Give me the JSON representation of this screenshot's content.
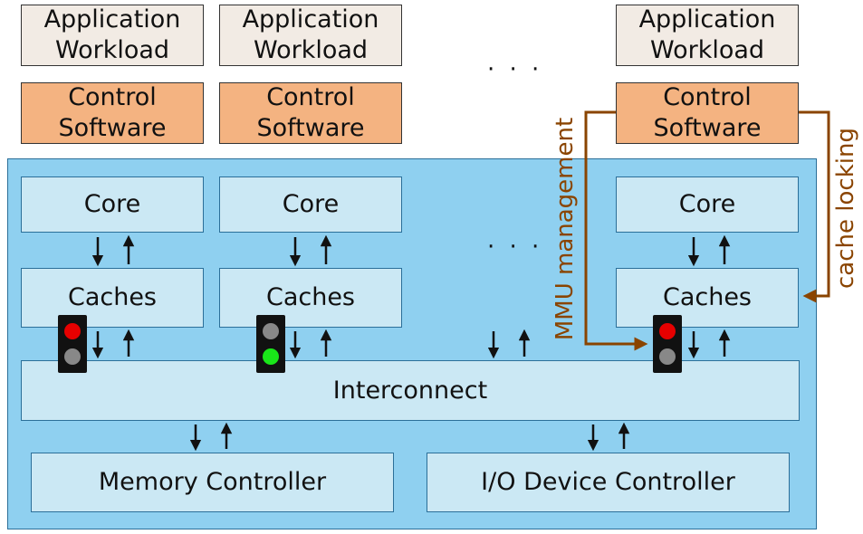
{
  "workloads": [
    {
      "label": "Application\nWorkload"
    },
    {
      "label": "Application\nWorkload"
    },
    {
      "label": "Application\nWorkload"
    }
  ],
  "controls": [
    {
      "label": "Control\nSoftware"
    },
    {
      "label": "Control\nSoftware"
    },
    {
      "label": "Control\nSoftware"
    }
  ],
  "cores": [
    {
      "label": "Core"
    },
    {
      "label": "Core"
    },
    {
      "label": "Core"
    }
  ],
  "caches": [
    {
      "label": "Caches"
    },
    {
      "label": "Caches"
    },
    {
      "label": "Caches"
    }
  ],
  "ellipsis": "· · ·",
  "interconnect": "Interconnect",
  "memory_controller": "Memory Controller",
  "io_controller": "I/O Device Controller",
  "annotations": {
    "mmu": "MMU management",
    "cache_locking": "cache locking"
  },
  "colors": {
    "annotation": "#8a4400",
    "red_lamp": "#e60000",
    "green_lamp": "#19e619",
    "off_lamp": "#888888"
  },
  "traffic_lights": [
    {
      "state": "red"
    },
    {
      "state": "green"
    },
    {
      "state": "red"
    }
  ]
}
